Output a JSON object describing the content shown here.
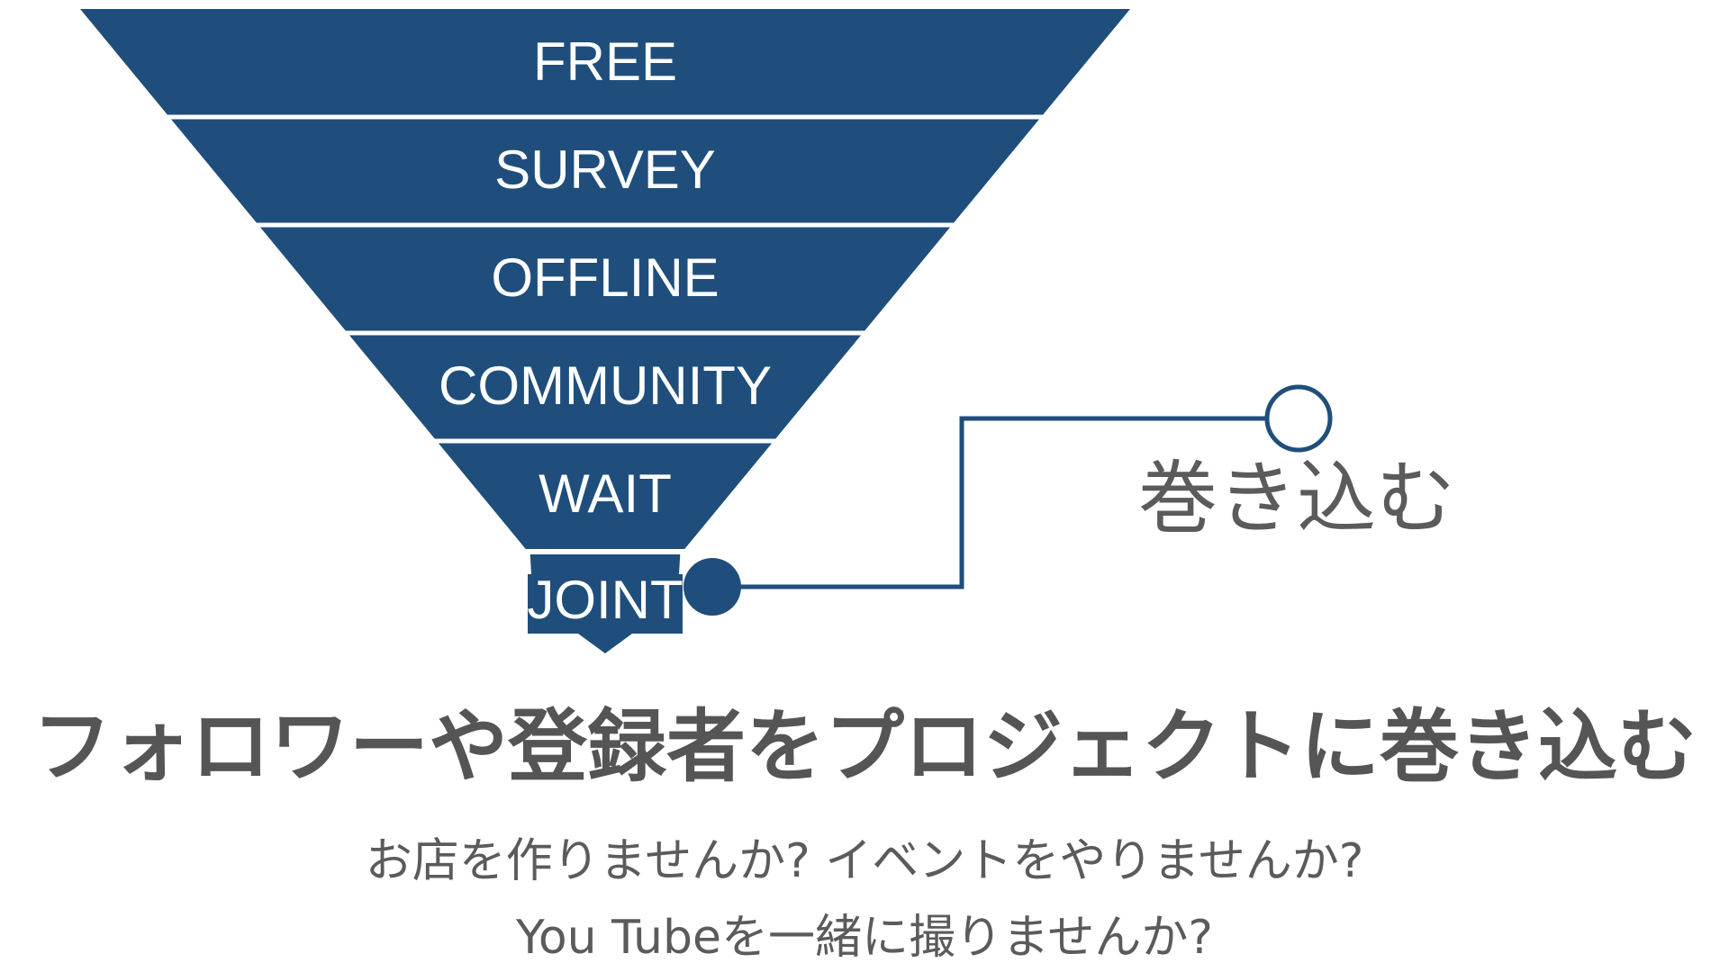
{
  "colors": {
    "funnel_fill": "#1f4e7c",
    "divider": "#ffffff",
    "label_text": "#ffffff",
    "body_text": "#5b5b5b"
  },
  "funnel": {
    "segments": [
      {
        "label": "FREE"
      },
      {
        "label": "SURVEY"
      },
      {
        "label": "OFFLINE"
      },
      {
        "label": "COMMUNITY"
      },
      {
        "label": "WAIT"
      },
      {
        "label": "JOINT"
      }
    ]
  },
  "callout": {
    "label": "巻き込む"
  },
  "headline": "フォロワーや登録者をプロジェクトに巻き込む",
  "subtext": {
    "line1": "お店を作りませんか? イベントをやりませんか?",
    "line2": "You Tubeを一緒に撮りませんか?"
  }
}
